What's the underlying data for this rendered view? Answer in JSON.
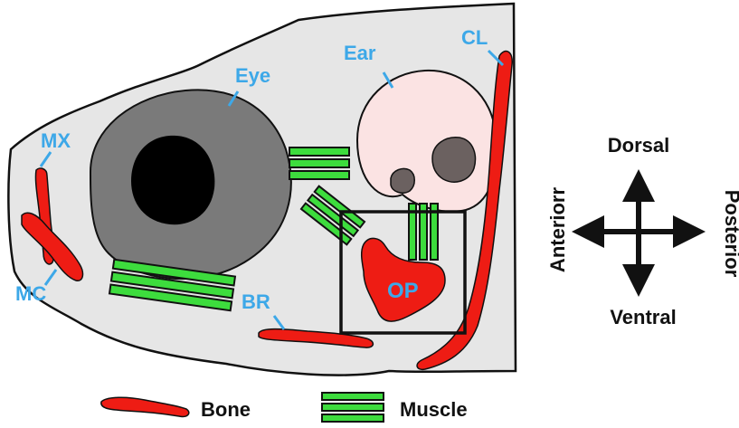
{
  "labels": {
    "eye": "Eye",
    "ear": "Ear",
    "cl": "CL",
    "mx": "MX",
    "mc": "MC",
    "br": "BR",
    "op": "OP"
  },
  "orientation": {
    "dorsal": "Dorsal",
    "ventral": "Ventral",
    "anterior": "Anteriorr",
    "posterior": "Posterior"
  },
  "legend": {
    "bone": "Bone",
    "muscle": "Muscle"
  },
  "colors": {
    "label_blue": "#3da8e8",
    "bone_red": "#ee1c14",
    "muscle_green": "#3ddc3d",
    "head_gray": "#e6e6e6",
    "eye_gray": "#7a7a7a",
    "ear_pink": "#fbe3e3"
  }
}
